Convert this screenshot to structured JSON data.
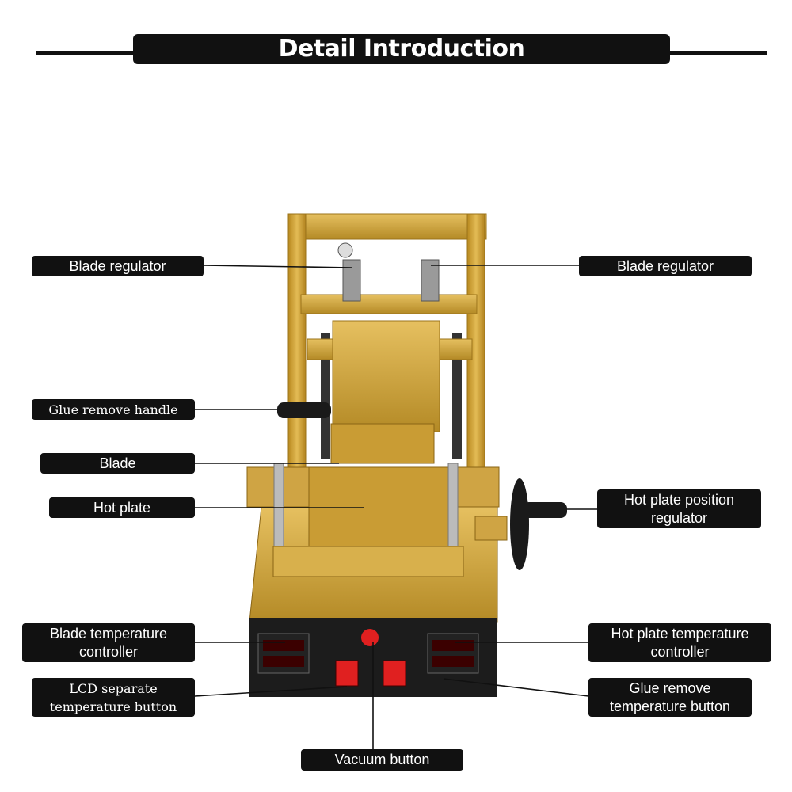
{
  "title": "Detail Introduction",
  "labels": {
    "blade_regulator_left": "Blade regulator",
    "blade_regulator_right": "Blade regulator",
    "glue_remove_handle": "Glue remove handle",
    "blade": "Blade",
    "hot_plate": "Hot plate",
    "hot_plate_position_regulator": "Hot plate position regulator",
    "blade_temperature_controller": "Blade temperature controller",
    "hot_plate_temperature_controller": "Hot plate temperature controller",
    "lcd_separate_temperature_button": "LCD separate temperature button",
    "glue_remove_temperature_button": "Glue remove temperature button",
    "vacuum_button": "Vacuum button"
  },
  "colors": {
    "label_bg": "#111111",
    "label_text": "#ffffff",
    "gold": "#d4a93c",
    "gold_dark": "#a97d1f",
    "panel": "#1c1c1c",
    "switch_red": "#e02020"
  }
}
